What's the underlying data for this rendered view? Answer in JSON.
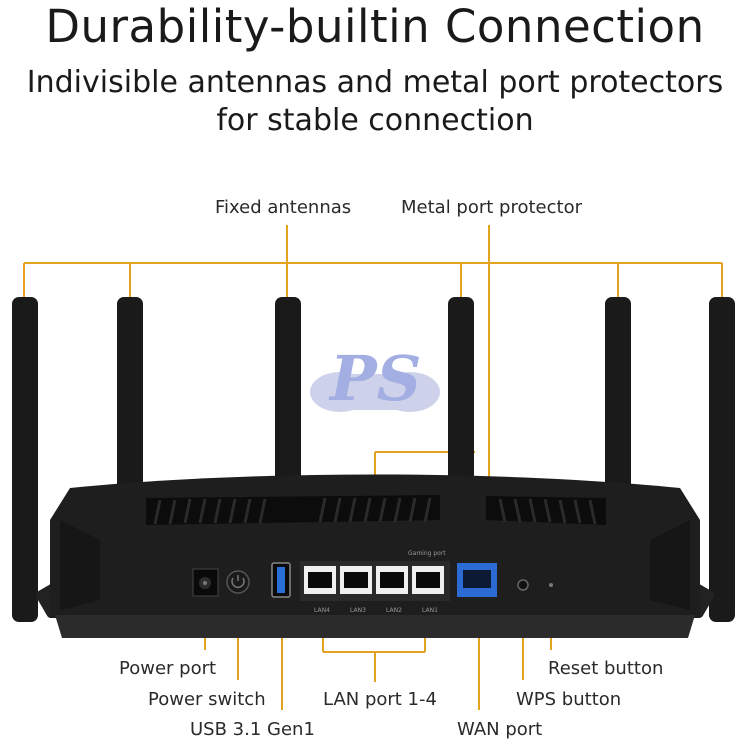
{
  "title": "Durability-builtin Connection",
  "subtitle_line1": "Indivisible antennas and metal port protectors",
  "subtitle_line2": "for stable connection",
  "labels": {
    "fixed_antennas": "Fixed antennas",
    "metal_port_protector": "Metal port protector",
    "power_port": "Power port",
    "power_switch": "Power switch",
    "usb": "USB 3.1 Gen1",
    "lan_ports": "LAN port 1-4",
    "wan_port": "WAN port",
    "wps_button": "WPS button",
    "reset_button": "Reset button"
  },
  "router": {
    "gaming_port_label": "Gaming port",
    "lan_port_labels": [
      "LAN4",
      "LAN3",
      "LAN2",
      "LAN1"
    ]
  },
  "watermark_text": "PS",
  "colors": {
    "callout": "#e3a21f",
    "router_body": "#1c1c1c",
    "usb_blue": "#2a6fd6",
    "wan_blue": "#2b6bd3",
    "watermark": "#9aa6e0"
  }
}
